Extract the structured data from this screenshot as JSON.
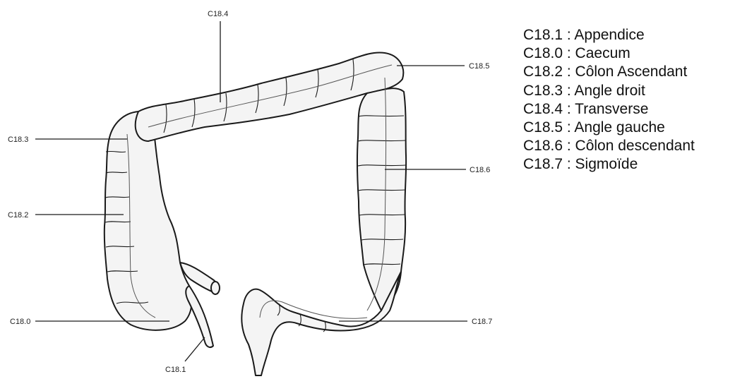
{
  "callouts": {
    "c18_0": "C18.0",
    "c18_1": "C18.1",
    "c18_2": "C18.2",
    "c18_3": "C18.3",
    "c18_4": "C18.4",
    "c18_5": "C18.5",
    "c18_6": "C18.6",
    "c18_7": "C18.7"
  },
  "legend": [
    "C18.1 : Appendice",
    "C18.0 : Caecum",
    "C18.2 : Côlon Ascendant",
    "C18.3 : Angle droit",
    "C18.4 : Transverse",
    "C18.5 : Angle gauche",
    "C18.6 : Côlon descendant",
    "C18.7 : Sigmoïde"
  ],
  "colors": {
    "outline": "#1a1a1a",
    "fill": "#f4f4f4",
    "text": "#111111"
  }
}
